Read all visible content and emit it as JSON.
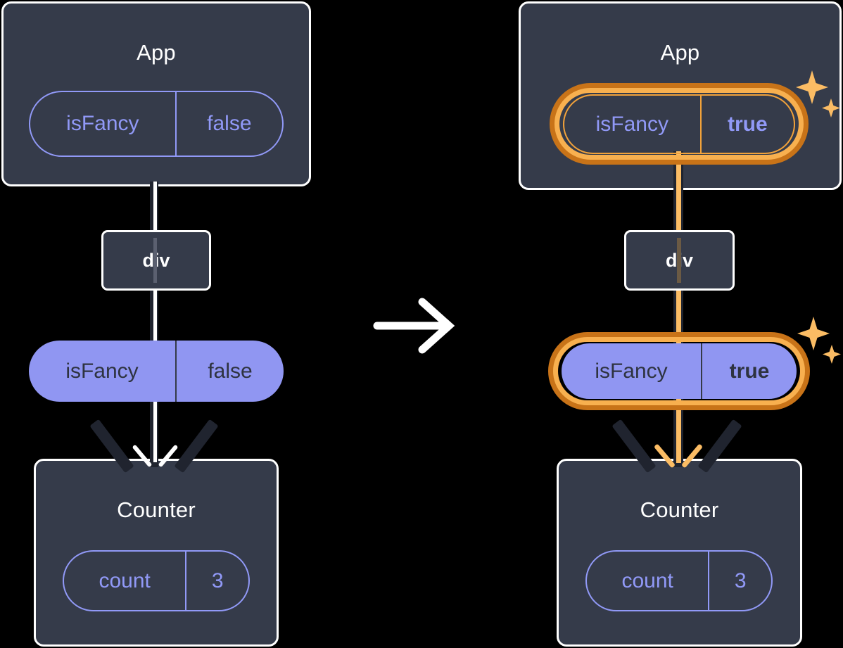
{
  "diagram": {
    "title": "React state update propagation",
    "type": "component-tree-state-diagram",
    "transition_icon": "right-arrow-icon",
    "colors": {
      "background": "#000000",
      "card_fill": "#353B4A",
      "card_border": "#FFFFFF",
      "pill_outline": "#9199F7",
      "pill_fill": "#9096F2",
      "pill_fill_text": "#2E3340",
      "highlight_outer": "#C87318",
      "highlight_inner": "#F8B04F",
      "connector_dark": "#20242F",
      "connector_light": "#FFFFFF",
      "connector_highlight": "#FBBC64",
      "sparkle": "#FBBC64"
    }
  },
  "panels": [
    {
      "id": "before",
      "highlighted": false,
      "app": {
        "title": "App",
        "state": {
          "key": "isFancy",
          "value": "false",
          "bold_value": false,
          "highlighted": false
        }
      },
      "host": {
        "label": "div"
      },
      "prop": {
        "key": "isFancy",
        "value": "false",
        "bold_value": false,
        "highlighted": false
      },
      "counter": {
        "title": "Counter",
        "state": {
          "key": "count",
          "value": "3",
          "bold_value": false,
          "highlighted": false
        }
      }
    },
    {
      "id": "after",
      "highlighted": true,
      "app": {
        "title": "App",
        "state": {
          "key": "isFancy",
          "value": "true",
          "bold_value": true,
          "highlighted": true
        }
      },
      "host": {
        "label": "div"
      },
      "prop": {
        "key": "isFancy",
        "value": "true",
        "bold_value": true,
        "highlighted": true
      },
      "counter": {
        "title": "Counter",
        "state": {
          "key": "count",
          "value": "3",
          "bold_value": false,
          "highlighted": false
        }
      }
    }
  ],
  "sparkles": [
    {
      "id": "app-sparkle",
      "big": "four-point-star-icon",
      "small": "four-point-star-icon"
    },
    {
      "id": "prop-sparkle",
      "big": "four-point-star-icon",
      "small": "four-point-star-icon"
    }
  ]
}
